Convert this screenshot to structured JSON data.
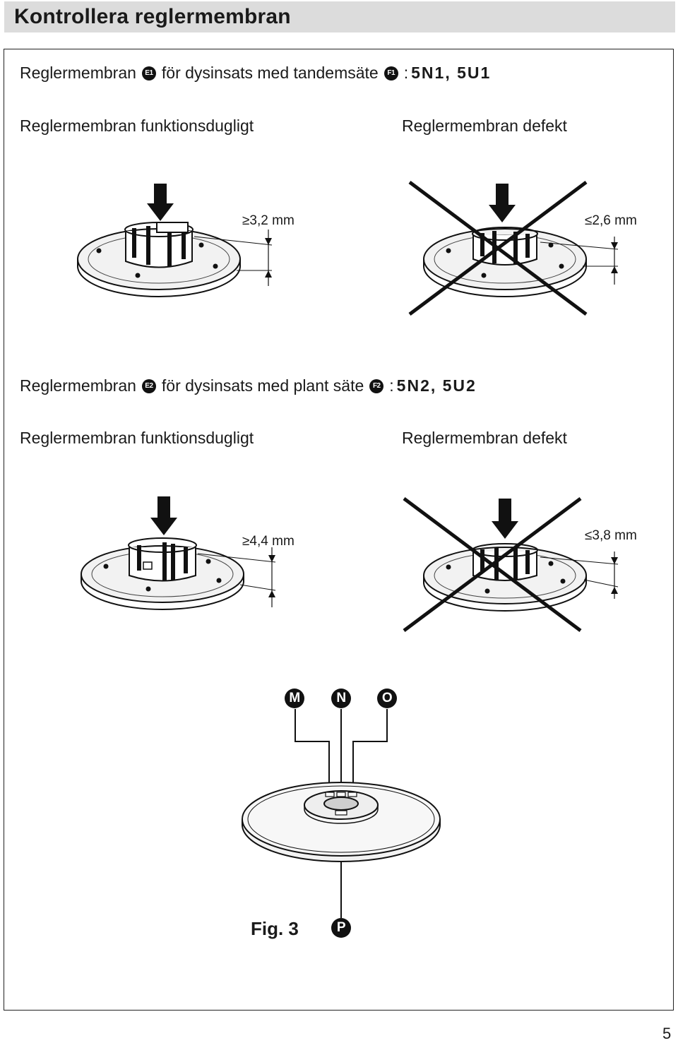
{
  "header": {
    "title": "Kontrollera reglermembran"
  },
  "section1": {
    "prefix": "Reglermembran",
    "badge_e": "E1",
    "mid": "för dysinsats med tandemsäte",
    "badge_f": "F1",
    "colon": ":",
    "models": "5N1, 5U1",
    "ok_label": "Reglermembran funktionsdugligt",
    "defect_label": "Reglermembran defekt",
    "ok_measure": "≥3,2 mm",
    "defect_measure": "≤2,6 mm"
  },
  "section2": {
    "prefix": "Reglermembran",
    "badge_e": "E2",
    "mid": "för dysinsats med plant säte",
    "badge_f": "F2",
    "colon": ":",
    "models": "5N2, 5U2",
    "ok_label": "Reglermembran funktionsdugligt",
    "defect_label": "Reglermembran defekt",
    "ok_measure": "≥4,4 mm",
    "defect_measure": "≤3,8 mm"
  },
  "figure3": {
    "callouts": [
      "M",
      "N",
      "O"
    ],
    "bottom_callout": "P",
    "label": "Fig. 3"
  },
  "page": {
    "number": "5"
  }
}
